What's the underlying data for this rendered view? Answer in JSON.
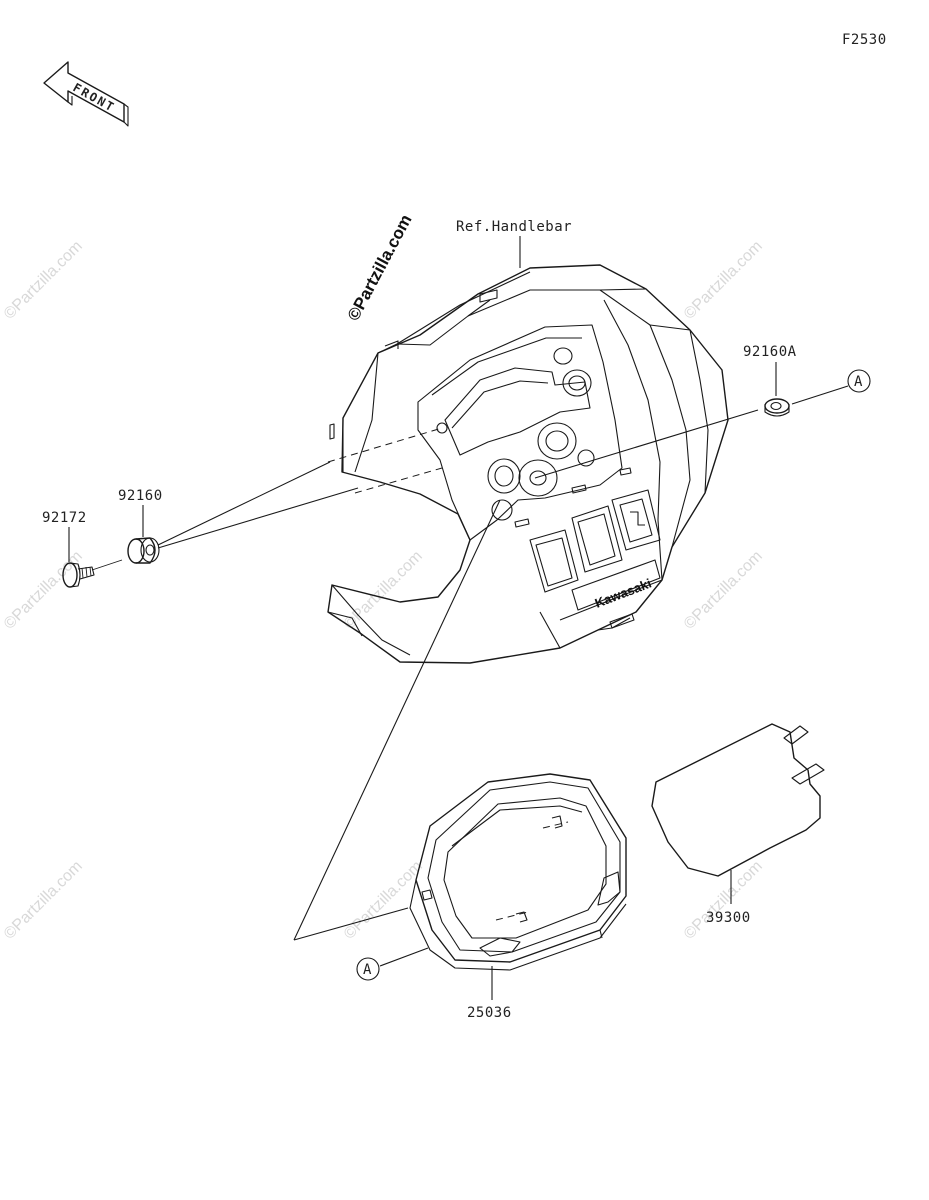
{
  "figure_code": "F2530",
  "front_marker": "FRONT",
  "watermark_brand": "©Partzilla.com",
  "ref_label": "Ref.Handlebar",
  "parts": {
    "p92160A": "92160A",
    "p92160": "92160",
    "p92172": "92172",
    "p25036": "25036",
    "p39300": "39300"
  },
  "callouts": {
    "a_top": "A",
    "a_bottom": "A"
  },
  "housing_brand": "Kawasaki",
  "watermark_small": "©Partzilla.com"
}
